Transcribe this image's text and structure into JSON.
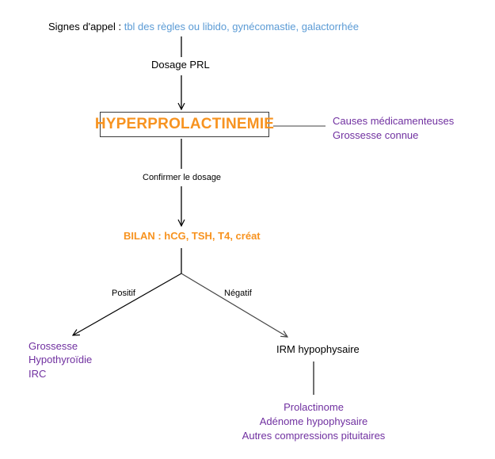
{
  "diagram": {
    "signs": {
      "label": "Signes d'appel : ",
      "value": "tbl des règles ou libido, gynécomastie, galactorrhée"
    },
    "step1_label": "Dosage PRL",
    "main_node": "HYPERPROLACTINEMIE",
    "side_causes": [
      "Causes médicamenteuses",
      "Grossesse connue"
    ],
    "step2_label": "Confirmer le dosage",
    "bilan": "BILAN : hCG, TSH, T4, créat",
    "branch_positive_label": "Positif",
    "branch_negative_label": "Négatif",
    "positive_results": [
      "Grossesse",
      "Hypothyroïdie",
      "IRC"
    ],
    "negative_node": "IRM hypophysaire",
    "irm_results": [
      "Prolactinome",
      "Adénome hypophysaire",
      "Autres compressions pituitaires"
    ]
  },
  "colors": {
    "title_orange": "#f79320",
    "cause_purple": "#7030a0",
    "sign_blue": "#5b9bd5"
  }
}
